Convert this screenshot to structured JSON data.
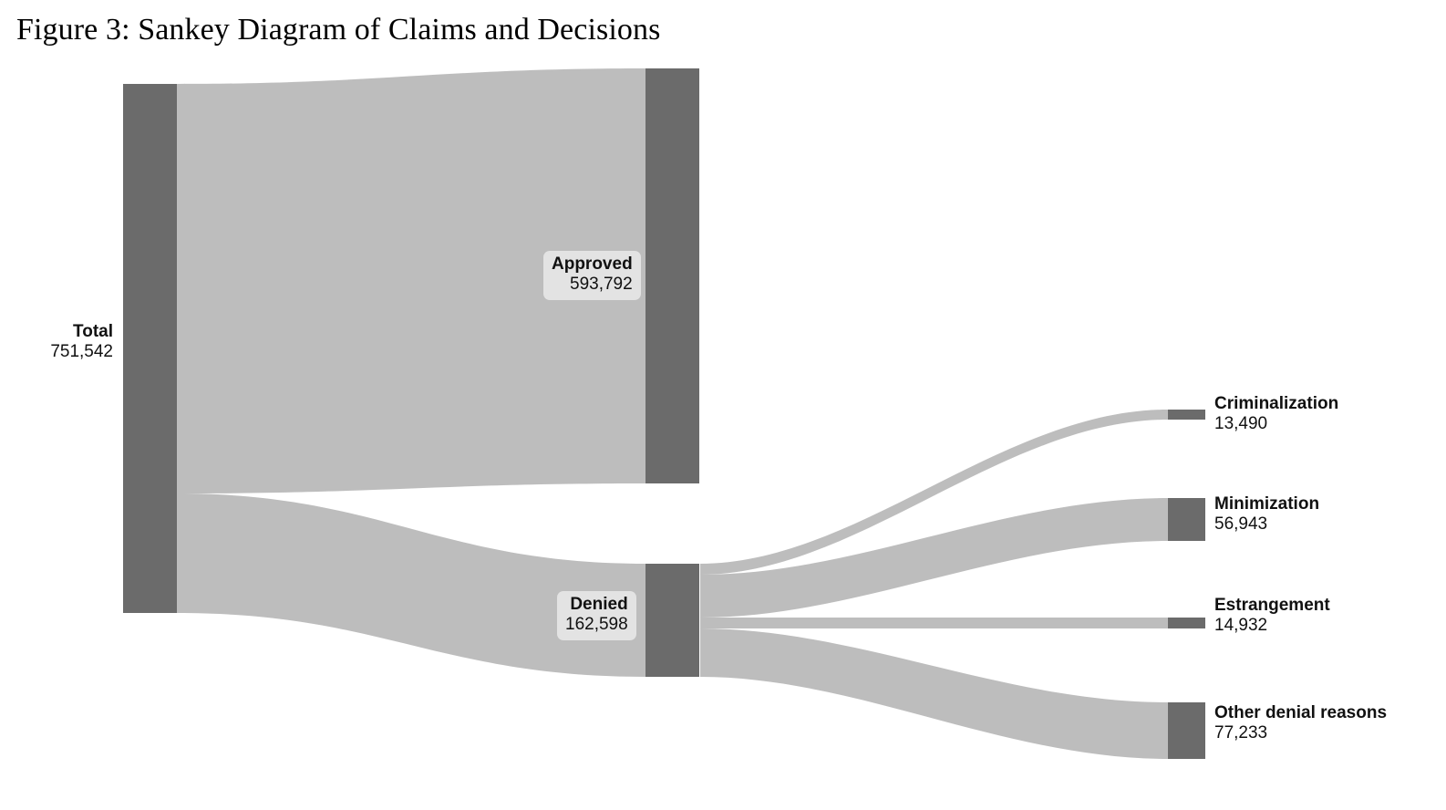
{
  "figure": {
    "title": "Figure 3: Sankey Diagram of Claims and Decisions"
  },
  "colors": {
    "node_fill": "#6b6b6b",
    "link_fill": "#bdbdbd",
    "label_box": "#e3e3e3",
    "text": "#111111",
    "background": "#ffffff"
  },
  "nodes": {
    "total": {
      "label": "Total",
      "value": "751,542"
    },
    "approved": {
      "label": "Approved",
      "value": "593,792"
    },
    "denied": {
      "label": "Denied",
      "value": "162,598"
    },
    "criminalization": {
      "label": "Criminalization",
      "value": "13,490"
    },
    "minimization": {
      "label": "Minimization",
      "value": "56,943"
    },
    "estrangement": {
      "label": "Estrangement",
      "value": "14,932"
    },
    "other": {
      "label": "Other denial reasons",
      "value": "77,233"
    }
  },
  "chart_data": {
    "type": "sankey",
    "title": "Figure 3: Sankey Diagram of Claims and Decisions",
    "nodes": [
      {
        "id": "total",
        "label": "Total",
        "value": 751542,
        "column": 0
      },
      {
        "id": "approved",
        "label": "Approved",
        "value": 593792,
        "column": 1
      },
      {
        "id": "denied",
        "label": "Denied",
        "value": 162598,
        "column": 1
      },
      {
        "id": "criminalization",
        "label": "Criminalization",
        "value": 13490,
        "column": 2
      },
      {
        "id": "minimization",
        "label": "Minimization",
        "value": 56943,
        "column": 2
      },
      {
        "id": "estrangement",
        "label": "Estrangement",
        "value": 14932,
        "column": 2
      },
      {
        "id": "other",
        "label": "Other denial reasons",
        "value": 77233,
        "column": 2
      }
    ],
    "links": [
      {
        "source": "total",
        "target": "approved",
        "value": 593792
      },
      {
        "source": "total",
        "target": "denied",
        "value": 162598
      },
      {
        "source": "denied",
        "target": "criminalization",
        "value": 13490
      },
      {
        "source": "denied",
        "target": "minimization",
        "value": 56943
      },
      {
        "source": "denied",
        "target": "estrangement",
        "value": 14932
      },
      {
        "source": "denied",
        "target": "other",
        "value": 77233
      }
    ],
    "units": "claims",
    "legend": "none",
    "grid": false
  }
}
